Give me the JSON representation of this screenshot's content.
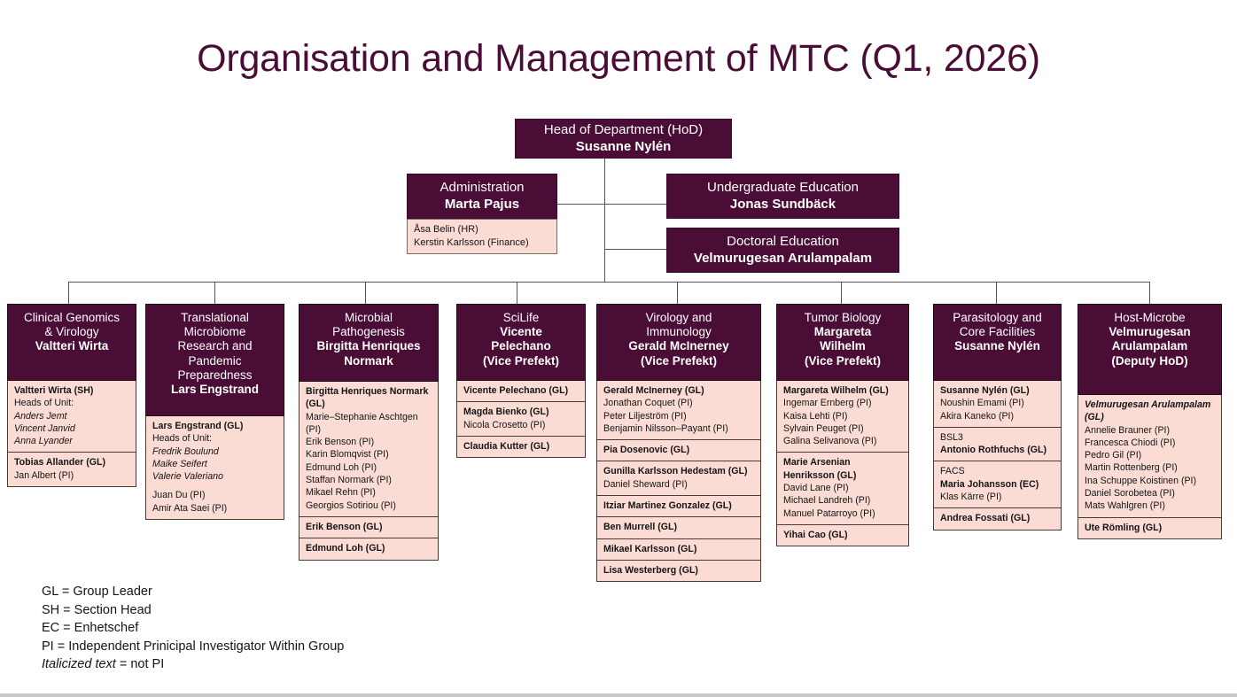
{
  "title": "Organisation and Management of MTC (Q1, 2026)",
  "colors": {
    "header_fill": "#4a0d35",
    "body_fill": "#fadcd5",
    "line": "#54555a",
    "text_dark": "#141414",
    "title_color": "#4a0d35"
  },
  "top": {
    "hod": {
      "role": "Head of Department (HoD)",
      "person": "Susanne Nylén"
    },
    "administration": {
      "role": "Administration",
      "person": "Marta Pajus",
      "staff": [
        "Åsa Belin (HR)",
        "Kerstin Karlsson (Finance)"
      ]
    },
    "undergraduate": {
      "role": "Undergraduate Education",
      "person": "Jonas Sundbäck"
    },
    "doctoral": {
      "role": "Doctoral  Education",
      "person": "Velmurugesan Arulampalam"
    }
  },
  "columns": [
    {
      "unit": "Clinical Genomics\n& Virology",
      "lead": "Valtteri Wirta",
      "groups": [
        {
          "lines": [
            {
              "text": "Valtteri Wirta (SH)",
              "style": "b"
            },
            {
              "text": "Heads of Unit:",
              "style": "n"
            },
            {
              "text": "Anders Jemt",
              "style": "i"
            },
            {
              "text": "Vincent Janvid",
              "style": "i"
            },
            {
              "text": "Anna Lyander",
              "style": "i"
            }
          ]
        },
        {
          "lines": [
            {
              "text": "Tobias Allander (GL)",
              "style": "b"
            },
            {
              "text": "Jan Albert (PI)",
              "style": "n"
            }
          ]
        }
      ]
    },
    {
      "unit": "Translational\nMicrobiome\nResearch and\nPandemic\nPreparedness",
      "lead": "Lars Engstrand",
      "groups": [
        {
          "lines": [
            {
              "text": "Lars Engstrand (GL)",
              "style": "b"
            },
            {
              "text": "Heads of Unit:",
              "style": "n"
            },
            {
              "text": "Fredrik Boulund",
              "style": "i"
            },
            {
              "text": "Maike Seifert",
              "style": "i"
            },
            {
              "text": "Valerie Valeriano",
              "style": "i"
            },
            {
              "text": "",
              "style": "sp"
            },
            {
              "text": "Juan Du (PI)",
              "style": "n"
            },
            {
              "text": "Amir Ata Saei (PI)",
              "style": "n"
            }
          ]
        }
      ]
    },
    {
      "unit": "Microbial\nPathogenesis",
      "lead": "Birgitta Henriques\nNormark",
      "groups": [
        {
          "lines": [
            {
              "text": "Birgitta Henriques Normark (GL)",
              "style": "b"
            },
            {
              "text": "Marie–Stephanie Aschtgen (PI)",
              "style": "n"
            },
            {
              "text": "Erik Benson (PI)",
              "style": "n"
            },
            {
              "text": "Karin Blomqvist (PI)",
              "style": "n"
            },
            {
              "text": "Edmund Loh (PI)",
              "style": "n"
            },
            {
              "text": "Staffan Normark (PI)",
              "style": "n"
            },
            {
              "text": "Mikael Rehn (PI)",
              "style": "n"
            },
            {
              "text": "Georgios Sotiriou (PI)",
              "style": "n"
            }
          ]
        },
        {
          "lines": [
            {
              "text": "Erik Benson (GL)",
              "style": "b"
            }
          ]
        },
        {
          "lines": [
            {
              "text": "Edmund Loh (GL)",
              "style": "b"
            }
          ]
        }
      ]
    },
    {
      "unit": "SciLife",
      "lead": "Vicente\nPelechano\n(Vice Prefekt)",
      "groups": [
        {
          "lines": [
            {
              "text": "Vicente Pelechano (GL)",
              "style": "b"
            }
          ]
        },
        {
          "lines": [
            {
              "text": "Magda Bienko (GL)",
              "style": "b"
            },
            {
              "text": "Nicola Crosetto (PI)",
              "style": "n"
            }
          ]
        },
        {
          "lines": [
            {
              "text": "Claudia Kutter (GL)",
              "style": "b"
            }
          ]
        }
      ]
    },
    {
      "unit": "Virology and\nImmunology",
      "lead": "Gerald McInerney\n(Vice Prefekt)",
      "groups": [
        {
          "lines": [
            {
              "text": "Gerald McInerney (GL)",
              "style": "b"
            },
            {
              "text": "Jonathan Coquet (PI)",
              "style": "n"
            },
            {
              "text": "Peter Liljeström (PI)",
              "style": "n"
            },
            {
              "text": "Benjamin Nilsson–Payant (PI)",
              "style": "n"
            }
          ]
        },
        {
          "lines": [
            {
              "text": "Pia Dosenovic (GL)",
              "style": "b"
            }
          ]
        },
        {
          "lines": [
            {
              "text": "Gunilla Karlsson Hedestam (GL)",
              "style": "b"
            },
            {
              "text": "Daniel Sheward (PI)",
              "style": "n"
            }
          ]
        },
        {
          "lines": [
            {
              "text": "Itziar Martinez Gonzalez (GL)",
              "style": "b"
            }
          ]
        },
        {
          "lines": [
            {
              "text": "Ben Murrell (GL)",
              "style": "b"
            }
          ]
        },
        {
          "lines": [
            {
              "text": "Mikael Karlsson (GL)",
              "style": "b"
            }
          ]
        },
        {
          "lines": [
            {
              "text": "Lisa Westerberg (GL)",
              "style": "b"
            }
          ]
        }
      ]
    },
    {
      "unit": "Tumor Biology",
      "lead": "Margareta\nWilhelm\n(Vice Prefekt)",
      "groups": [
        {
          "lines": [
            {
              "text": "Margareta Wilhelm (GL)",
              "style": "b"
            },
            {
              "text": "Ingemar Ernberg (PI)",
              "style": "n"
            },
            {
              "text": "Kaisa Lehti (PI)",
              "style": "n"
            },
            {
              "text": "Sylvain Peuget (PI)",
              "style": "n"
            },
            {
              "text": "Galina Selivanova (PI)",
              "style": "n"
            }
          ]
        },
        {
          "lines": [
            {
              "text": "Marie Arsenian Henriksson (GL)",
              "style": "b"
            },
            {
              "text": "David Lane (PI)",
              "style": "n"
            },
            {
              "text": "Michael Landreh (PI)",
              "style": "n"
            },
            {
              "text": "Manuel Patarroyo (PI)",
              "style": "n"
            }
          ]
        },
        {
          "lines": [
            {
              "text": "Yihai Cao (GL)",
              "style": "b"
            }
          ]
        }
      ]
    },
    {
      "unit": "Parasitology and\nCore Facilities",
      "lead": "Susanne Nylén",
      "groups": [
        {
          "lines": [
            {
              "text": "Susanne Nylén (GL)",
              "style": "b"
            },
            {
              "text": "Noushin Emami (PI)",
              "style": "n"
            },
            {
              "text": "Akira Kaneko (PI)",
              "style": "n"
            }
          ]
        },
        {
          "lines": [
            {
              "text": "BSL3",
              "style": "n"
            },
            {
              "text": "Antonio Rothfuchs (GL)",
              "style": "b"
            }
          ]
        },
        {
          "lines": [
            {
              "text": "FACS",
              "style": "n"
            },
            {
              "text": "Maria Johansson (EC)",
              "style": "b"
            },
            {
              "text": "Klas Kärre (PI)",
              "style": "n"
            }
          ]
        },
        {
          "lines": [
            {
              "text": "Andrea Fossati (GL)",
              "style": "b"
            }
          ]
        }
      ]
    },
    {
      "unit": "Host-Microbe",
      "lead": "Velmurugesan\nArulampalam\n(Deputy HoD)",
      "groups": [
        {
          "lines": [
            {
              "text": "Velmurugesan Arulampalam (GL)",
              "style": "bi"
            },
            {
              "text": "Annelie Brauner (PI)",
              "style": "n"
            },
            {
              "text": "Francesca Chiodi (PI)",
              "style": "n"
            },
            {
              "text": "Pedro Gil (PI)",
              "style": "n"
            },
            {
              "text": "Martin Rottenberg (PI)",
              "style": "n"
            },
            {
              "text": "Ina Schuppe Koistinen (PI)",
              "style": "n"
            },
            {
              "text": "Daniel Sorobetea (PI)",
              "style": "n"
            },
            {
              "text": "Mats Wahlgren (PI)",
              "style": "n"
            }
          ]
        },
        {
          "lines": [
            {
              "text": "Ute Römling (GL)",
              "style": "b"
            }
          ]
        }
      ]
    }
  ],
  "legend": [
    {
      "text": "GL = Group Leader",
      "italic_part": ""
    },
    {
      "text": "SH = Section Head",
      "italic_part": ""
    },
    {
      "text": "EC = Enhetschef",
      "italic_part": ""
    },
    {
      "text": "PI = Independent Prinicipal Investigator Within Group",
      "italic_part": ""
    },
    {
      "text": " = not PI",
      "italic_part": "Italicized text"
    }
  ]
}
